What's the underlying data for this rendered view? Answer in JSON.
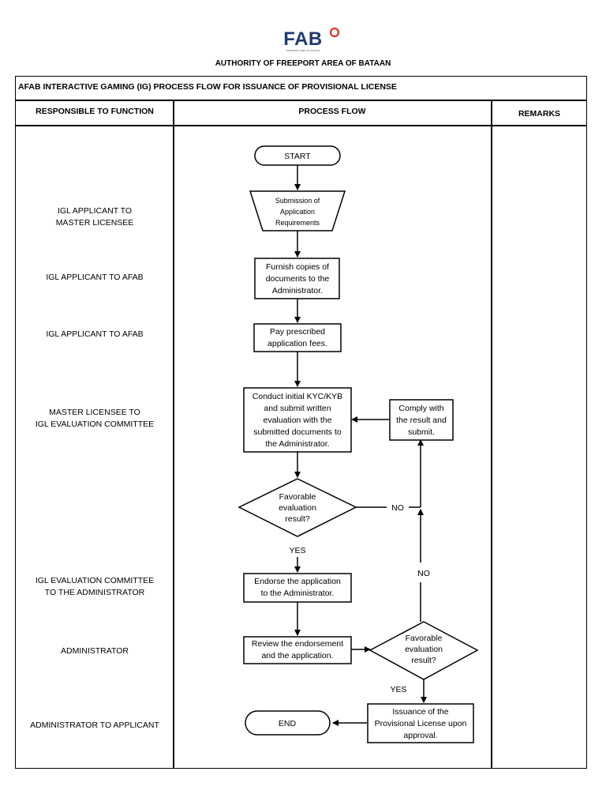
{
  "header": {
    "logo_text": "FAB",
    "logo_subtext": "FREEPORT AREA OF BATAAN",
    "org_name": "AUTHORITY OF FREEPORT AREA OF BATAAN"
  },
  "document": {
    "title": "AFAB INTERACTIVE GAMING (IG) PROCESS FLOW FOR ISSUANCE OF PROVISIONAL LICENSE"
  },
  "columns": {
    "responsible": "RESPONSIBLE TO FUNCTION",
    "process": "PROCESS FLOW",
    "remarks": "REMARKS"
  },
  "responsible": [
    "IGL APPLICANT TO\nMASTER LICENSEE",
    "IGL APPLICANT TO AFAB",
    "IGL APPLICANT TO AFAB",
    "MASTER LICENSEE TO\nIGL EVALUATION COMMITTEE",
    "IGL EVALUATION COMMITTEE\nTO THE ADMINISTRATOR",
    "ADMINISTRATOR",
    "ADMINISTRATOR TO APPLICANT"
  ],
  "flow": {
    "start": "START",
    "submission": [
      "Submission of",
      "Application",
      "Requirements"
    ],
    "furnish": [
      "Furnish copies of",
      "documents to the",
      "Administrator."
    ],
    "pay": [
      "Pay prescribed",
      "application fees."
    ],
    "conduct": [
      "Conduct initial KYC/KYB",
      "and submit written",
      "evaluation with the",
      "submitted documents to",
      "the Administrator."
    ],
    "comply": [
      "Comply with",
      "the result and",
      "submit."
    ],
    "decision1": [
      "Favorable",
      "evaluation",
      "result?"
    ],
    "endorse": [
      "Endorse the application",
      "to the Administrator."
    ],
    "review": [
      "Review the endorsement",
      "and the application."
    ],
    "decision2": [
      "Favorable",
      "evaluation",
      "result?"
    ],
    "issuance": [
      "Issuance of the",
      "Provisional License upon",
      "approval."
    ],
    "end": "END",
    "labels": {
      "no1": "NO",
      "yes1": "YES",
      "no2": "NO",
      "yes2": "YES"
    }
  },
  "colors": {
    "logo_blue": "#1f3b73",
    "logo_red": "#d9342b"
  }
}
